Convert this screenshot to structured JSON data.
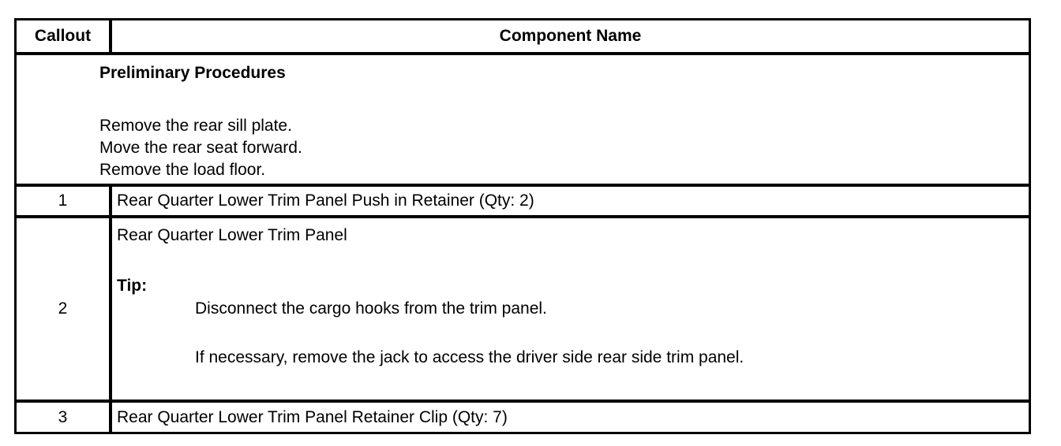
{
  "header": {
    "callout": "Callout",
    "component_name": "Component Name"
  },
  "preliminary": {
    "title": "Preliminary Procedures",
    "steps": [
      "Remove the rear sill plate.",
      "Move the rear seat forward.",
      "Remove the load floor."
    ]
  },
  "rows": [
    {
      "callout": "1",
      "name": "Rear Quarter Lower Trim Panel Push in Retainer (Qty: 2)"
    },
    {
      "callout": "2",
      "name": "Rear Quarter Lower Trim Panel",
      "tip_label": "Tip:",
      "tips": [
        "Disconnect the cargo hooks from the trim panel.",
        "If necessary, remove the jack to access the driver side rear side trim panel."
      ]
    },
    {
      "callout": "3",
      "name": "Rear Quarter Lower Trim Panel Retainer Clip (Qty: 7)"
    }
  ]
}
